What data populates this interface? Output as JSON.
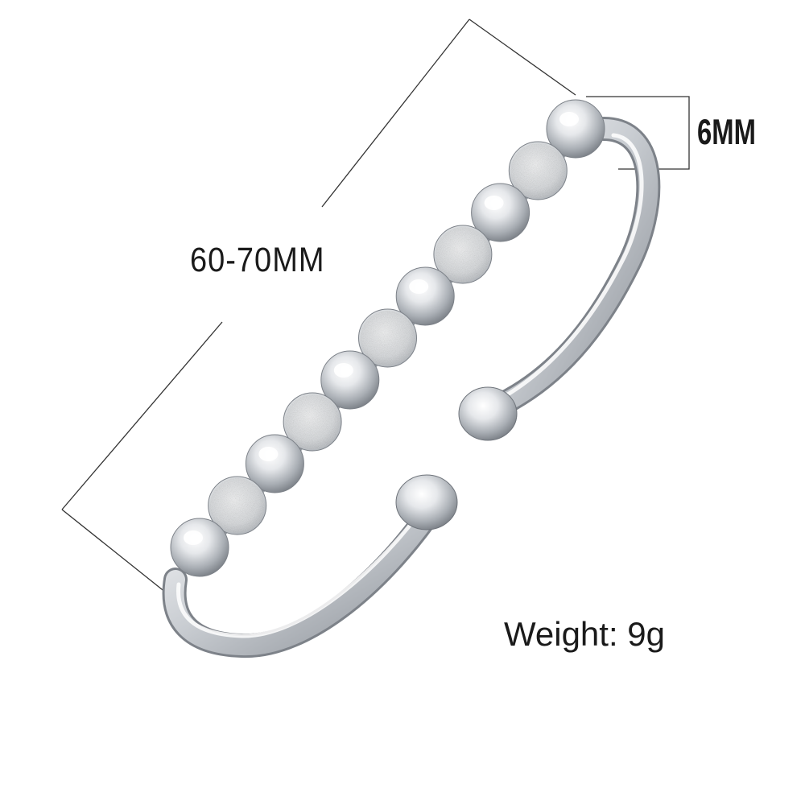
{
  "product": {
    "diameter_label": "60-70MM",
    "bead_size_label": "6MM",
    "weight_label": "Weight: 9g"
  },
  "colors": {
    "background": "#ffffff",
    "metal_highlight": "#ffffff",
    "metal_mid": "#c9cdd2",
    "metal_shadow": "#7c8188",
    "dimension_line": "#333333",
    "text": "#1a1a1a"
  },
  "beads": [
    {
      "finish": "polished"
    },
    {
      "finish": "frosted"
    },
    {
      "finish": "polished"
    },
    {
      "finish": "frosted"
    },
    {
      "finish": "polished"
    },
    {
      "finish": "frosted"
    },
    {
      "finish": "polished"
    },
    {
      "finish": "frosted"
    },
    {
      "finish": "polished"
    },
    {
      "finish": "frosted"
    },
    {
      "finish": "polished"
    }
  ]
}
